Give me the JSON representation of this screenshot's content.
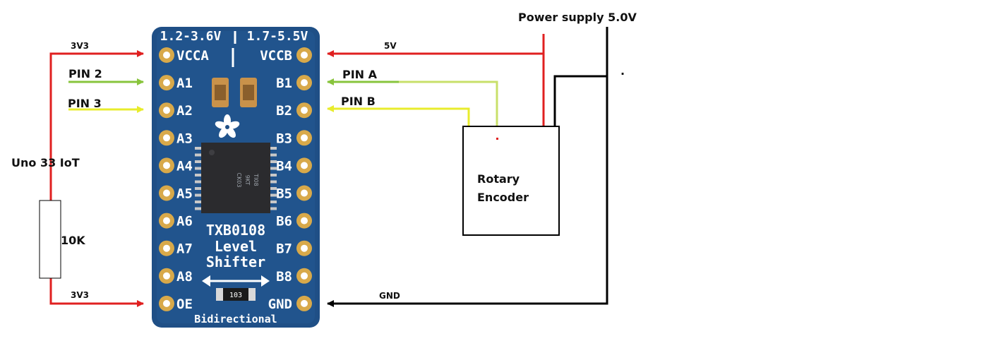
{
  "title": "Power supply 5.0V",
  "board": {
    "voltage_left": "1.2-3.6V",
    "voltage_right": "1.7-5.5V",
    "left_pins": [
      "VCCA",
      "A1",
      "A2",
      "A3",
      "A4",
      "A5",
      "A6",
      "A7",
      "A8",
      "OE"
    ],
    "right_pins": [
      "VCCB",
      "B1",
      "B2",
      "B3",
      "B4",
      "B5",
      "B6",
      "B7",
      "B8",
      "GND"
    ],
    "name_line1": "TXB0108",
    "name_line2": "Level",
    "name_line3": "Shifter",
    "resistor_code": "103",
    "footer": "Bidirectional",
    "chip_marking": [
      "TI08",
      "9KT",
      "CK03"
    ]
  },
  "labels": {
    "left_vcca": "3V3",
    "left_oe": "3V3",
    "pin2": "PIN 2",
    "pin3": "PIN 3",
    "mcu": "Uno 33 IoT",
    "resistor": "10K",
    "right_vccb": "5V",
    "pin_a": "PIN A",
    "pin_b": "PIN B",
    "gnd": "GND",
    "dot": "."
  },
  "encoder": {
    "line1": "Rotary",
    "line2": "Encoder"
  },
  "colors": {
    "power": "#e02020",
    "gnd": "#000000",
    "pin_a": "#88c43c",
    "pin_b": "#e8ec2c",
    "pcb": "#1f4f86",
    "pad": "#d8a94a"
  }
}
